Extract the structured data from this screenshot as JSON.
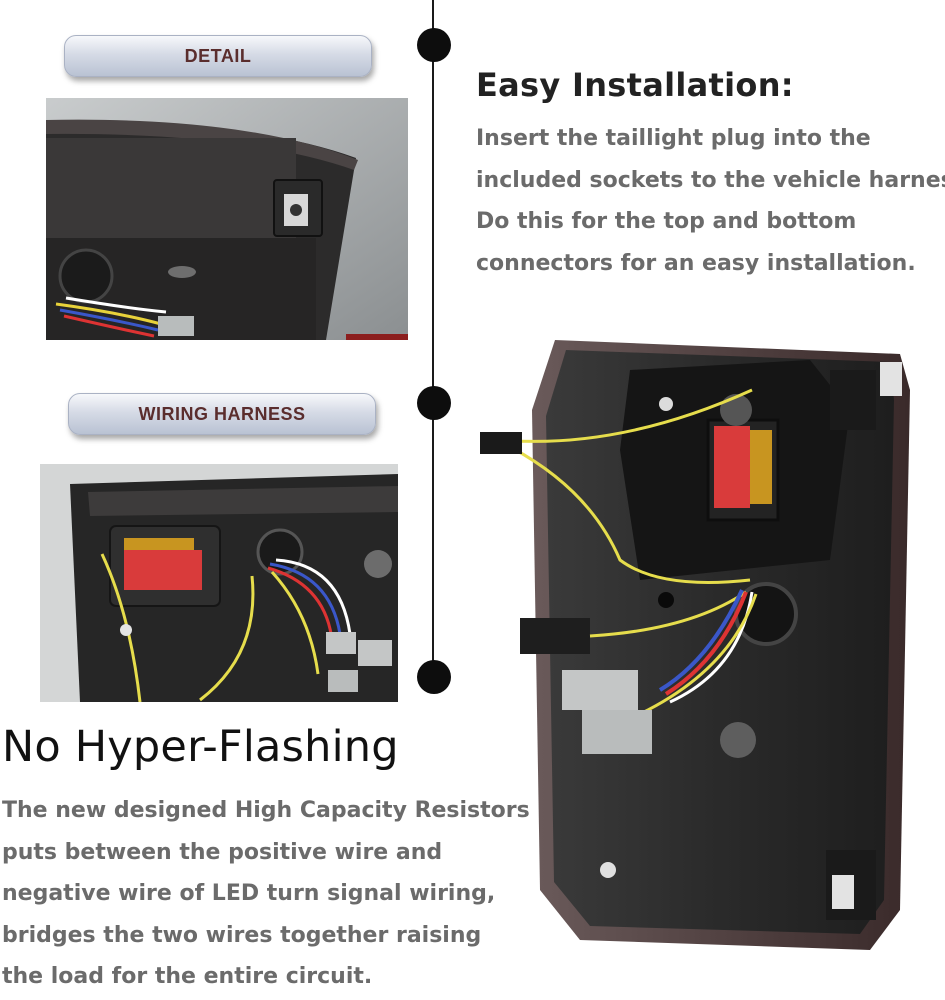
{
  "labels": {
    "detail": "DETAIL",
    "wiring_harness": "WIRING HARNESS"
  },
  "installation": {
    "heading": "Easy Installation:",
    "lines": [
      "Insert the taillight plug into the",
      "included sockets to the vehicle harness.",
      "Do this for the top and bottom",
      "connectors for an easy installation."
    ]
  },
  "hyper_flashing": {
    "heading": "No Hyper-Flashing",
    "lines": [
      "The new designed High Capacity Resistors",
      "puts between the positive wire and",
      "negative wire of LED turn signal wiring,",
      "bridges the two wires together raising",
      "the load for the entire circuit."
    ]
  },
  "colors": {
    "timeline": "#0d0d0d",
    "label_text": "#5a2d2d",
    "body_text": "#6b6b6b",
    "heading_text": "#222222"
  }
}
